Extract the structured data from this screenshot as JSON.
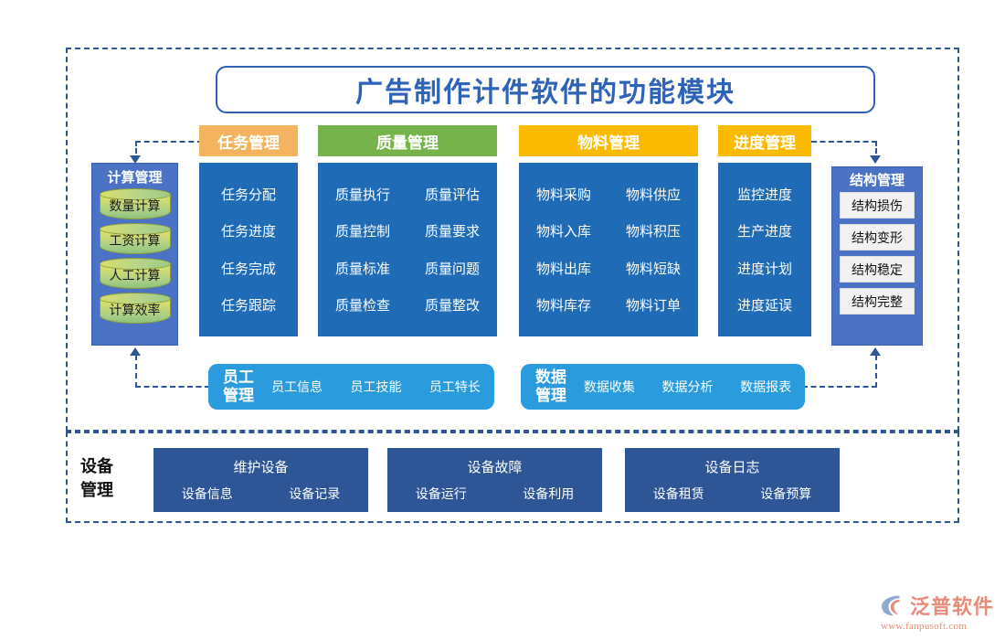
{
  "title": "广告制作计件软件的功能模块",
  "colors": {
    "frame": "#2E5596",
    "title_text": "#2E63B8",
    "task_header": "#F4B45F",
    "quality_header": "#77B34B",
    "material_header": "#FBBA00",
    "progress_header": "#FBBA00",
    "panel_blue": "#1F6BB5",
    "side_blue": "#4B72C4",
    "round_bar_blue": "#2A9BDC",
    "equipment_blue": "#2E5596",
    "logo": "#E98B7A"
  },
  "calc_module": {
    "title": "计算管理",
    "items": [
      "数量计算",
      "工资计算",
      "人工计算",
      "计算效率"
    ]
  },
  "struct_module": {
    "title": "结构管理",
    "items": [
      "结构损伤",
      "结构变形",
      "结构稳定",
      "结构完整"
    ]
  },
  "columns": [
    {
      "header": "任务管理",
      "cols": 1,
      "rows": [
        [
          "任务分配"
        ],
        [
          "任务进度"
        ],
        [
          "任务完成"
        ],
        [
          "任务跟踪"
        ]
      ]
    },
    {
      "header": "质量管理",
      "cols": 2,
      "rows": [
        [
          "质量执行",
          "质量评估"
        ],
        [
          "质量控制",
          "质量要求"
        ],
        [
          "质量标准",
          "质量问题"
        ],
        [
          "质量检查",
          "质量整改"
        ]
      ]
    },
    {
      "header": "物料管理",
      "cols": 2,
      "rows": [
        [
          "物料采购",
          "物料供应"
        ],
        [
          "物料入库",
          "物料积压"
        ],
        [
          "物料出库",
          "物料短缺"
        ],
        [
          "物料库存",
          "物料订单"
        ]
      ]
    },
    {
      "header": "进度管理",
      "cols": 1,
      "rows": [
        [
          "监控进度"
        ],
        [
          "生产进度"
        ],
        [
          "进度计划"
        ],
        [
          "进度延误"
        ]
      ]
    }
  ],
  "round_bars": [
    {
      "title": "员工管理",
      "title_line1": "员工",
      "title_line2": "管理",
      "items": [
        "员工信息",
        "员工技能",
        "员工特长"
      ]
    },
    {
      "title": "数据管理",
      "title_line1": "数据",
      "title_line2": "管理",
      "items": [
        "数据收集",
        "数据分析",
        "数据报表"
      ]
    }
  ],
  "equipment": {
    "label_line1": "设备",
    "label_line2": "管理",
    "cards": [
      {
        "title": "维护设备",
        "items": [
          "设备信息",
          "设备记录"
        ]
      },
      {
        "title": "设备故障",
        "items": [
          "设备运行",
          "设备利用"
        ]
      },
      {
        "title": "设备日志",
        "items": [
          "设备租赁",
          "设备预算"
        ]
      }
    ]
  },
  "logo": {
    "name": "泛普软件",
    "url": "www.fanpusoft.com"
  }
}
